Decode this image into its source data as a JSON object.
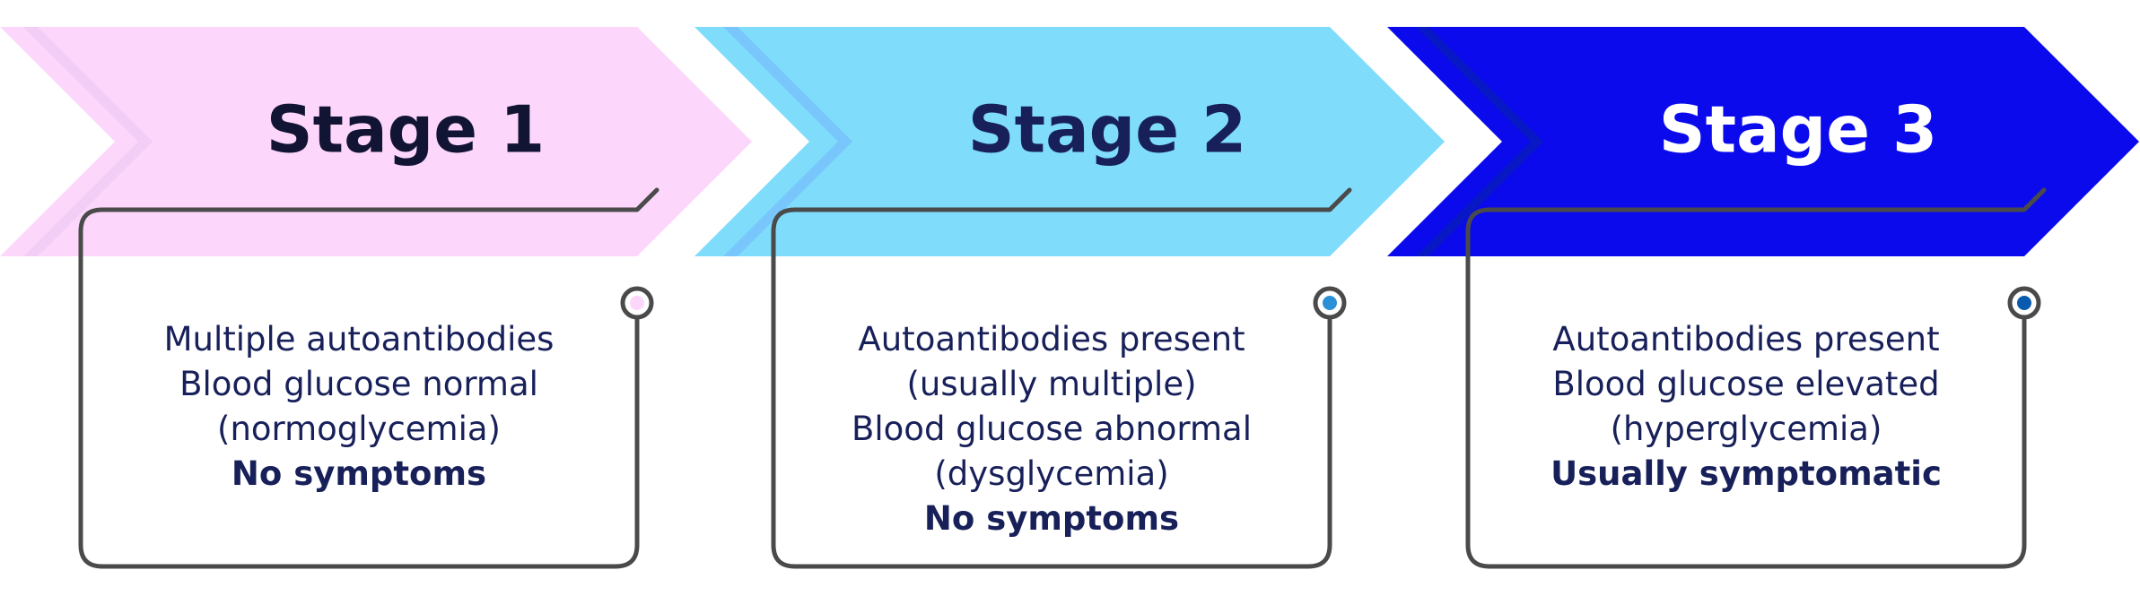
{
  "colors": {
    "stage1_fill": "#fdd7fb",
    "stage1_accent": "#f2cdf6",
    "stage2_fill": "#7fdcfb",
    "stage2_accent": "#78c6fc",
    "stage3_fill": "#0a0aec",
    "stage3_accent": "#0818c4",
    "outline": "#4a4a4a",
    "text_dark": "#121433",
    "text_navy": "#18205a",
    "text_white": "#ffffff",
    "dot_blue": "#2a8fd6"
  },
  "stages": [
    {
      "title": "Stage 1",
      "lines": [
        {
          "text": "Multiple autoantibodies",
          "bold": false
        },
        {
          "text": "Blood glucose normal",
          "bold": false
        },
        {
          "text": "(normoglycemia)",
          "bold": false
        },
        {
          "text": "No symptoms",
          "bold": true
        }
      ]
    },
    {
      "title": "Stage 2",
      "lines": [
        {
          "text": "Autoantibodies present",
          "bold": false
        },
        {
          "text": "(usually multiple)",
          "bold": false
        },
        {
          "text": "Blood glucose abnormal",
          "bold": false
        },
        {
          "text": "(dysglycemia)",
          "bold": false
        },
        {
          "text": "No symptoms",
          "bold": true
        }
      ]
    },
    {
      "title": "Stage 3",
      "lines": [
        {
          "text": "Autoantibodies present",
          "bold": false
        },
        {
          "text": "Blood glucose elevated",
          "bold": false
        },
        {
          "text": "(hyperglycemia)",
          "bold": false
        },
        {
          "text": "Usually symptomatic",
          "bold": true
        }
      ]
    }
  ]
}
